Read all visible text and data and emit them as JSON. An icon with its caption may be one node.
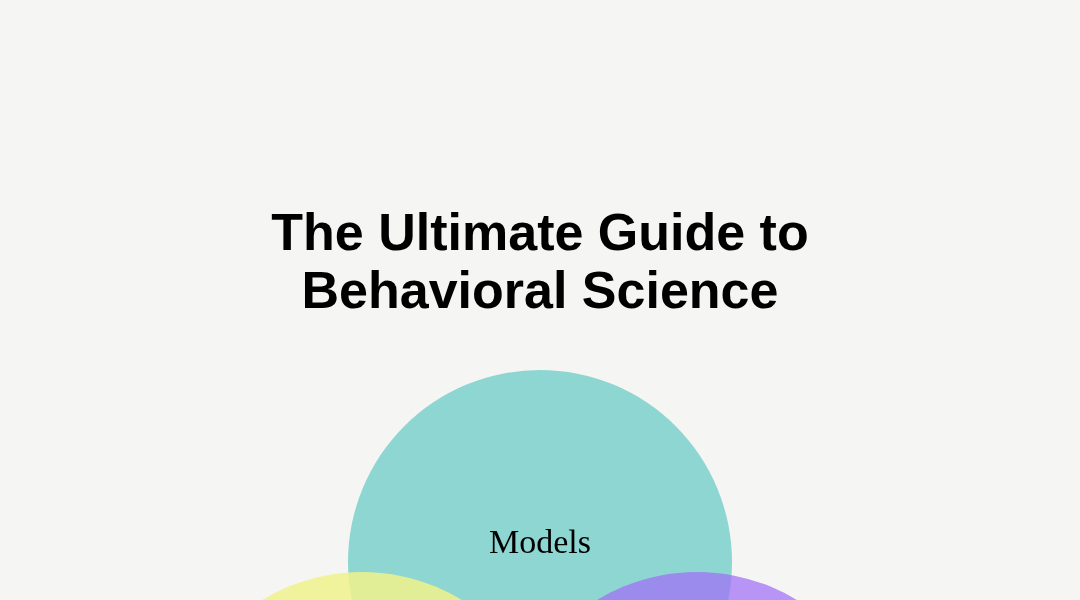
{
  "diagram": {
    "title": "The Ultimate Guide to Behavioral Science",
    "nodes": [
      {
        "text": [
          "Models"
        ]
      },
      {
        "text": [],
        "shape": "circle"
      },
      {
        "text": [],
        "shape": "circle"
      }
    ]
  }
}
